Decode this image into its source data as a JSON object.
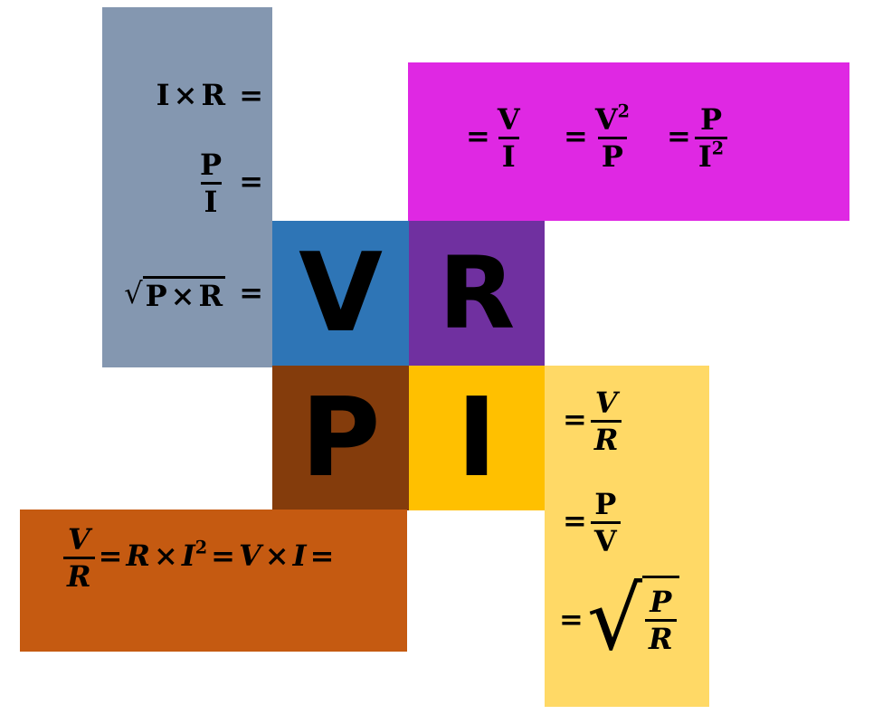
{
  "center_letters": {
    "v": "V",
    "r": "R",
    "p": "P",
    "i": "I"
  },
  "voltage_panel": {
    "color": "#8497B0",
    "eq1": {
      "a": "I",
      "op": "×",
      "b": "R",
      "eq": "="
    },
    "eq2": {
      "num": "P",
      "den": "I",
      "eq": "="
    },
    "eq3": {
      "radicand_a": "P",
      "op": "×",
      "radicand_b": "R",
      "eq": "="
    }
  },
  "resistance_panel": {
    "color": "#DF28E3",
    "eq1": {
      "eq": "=",
      "num": "V",
      "den": "I"
    },
    "eq2": {
      "eq": "=",
      "num": "V",
      "num_exp": "2",
      "den": "P"
    },
    "eq3": {
      "eq": "=",
      "num": "P",
      "den": "I",
      "den_exp": "2"
    }
  },
  "current_panel": {
    "color": "#FFD966",
    "eq1": {
      "eq": "=",
      "num": "V",
      "den": "R"
    },
    "eq2": {
      "eq": "=",
      "num": "P",
      "den": "V"
    },
    "eq3": {
      "eq": "=",
      "num": "P",
      "den": "R"
    }
  },
  "power_panel": {
    "color": "#C55A11",
    "frac_num": "V",
    "frac_den": "R",
    "eq1": "=",
    "r": "R",
    "times1": "×",
    "i": "I",
    "i_exp": "2",
    "eq2": "=",
    "v": "V",
    "times2": "×",
    "i2": "I",
    "eq3": "="
  },
  "colors": {
    "v_cell": "#2E75B6",
    "r_cell": "#7030A0",
    "p_cell": "#843C0C",
    "i_cell": "#FFC000"
  }
}
